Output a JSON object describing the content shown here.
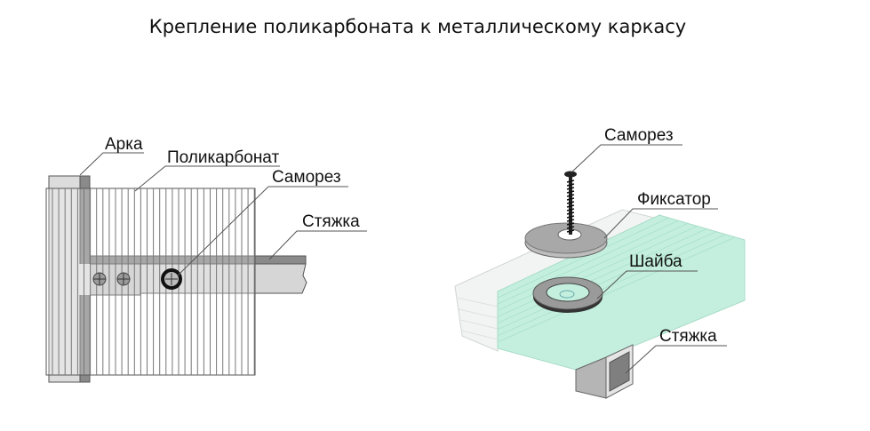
{
  "title": "Крепление поликарбоната к металлическому каркасу",
  "left_diagram": {
    "labels": {
      "arch": "Арка",
      "polycarbonate": "Поликарбонат",
      "screw": "Саморез",
      "tie": "Стяжка"
    }
  },
  "right_diagram": {
    "labels": {
      "screw": "Саморез",
      "fixator": "Фиксатор",
      "washer": "Шайба",
      "tie": "Стяжка"
    }
  },
  "colors": {
    "sheet_green": "#bfeedd",
    "metal_dark": "#7a7a7a",
    "metal_light": "#d8d8d8"
  }
}
